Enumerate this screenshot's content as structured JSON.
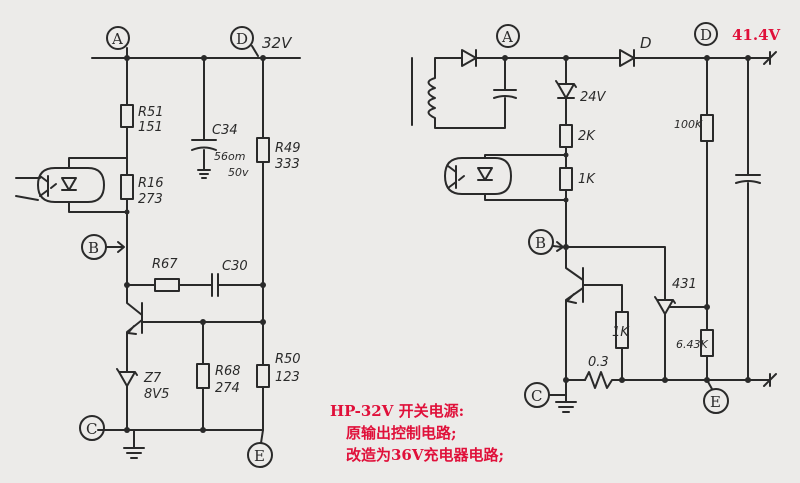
{
  "left": {
    "nodes": {
      "A": "A",
      "D": "D",
      "B": "B",
      "C": "C",
      "E": "E"
    },
    "voltage": "32V",
    "labels": {
      "r51": "R51",
      "r51v": "151",
      "c34": "C34",
      "c34v1": "56om",
      "c34v2": "50v",
      "r49": "R49",
      "r49v": "333",
      "r16": "R16",
      "r16v": "273",
      "r67": "R67",
      "c30": "C30",
      "z7": "Z7",
      "z7v": "8V5",
      "r68": "R68",
      "r68v": "274",
      "r50": "R50",
      "r50v": "123"
    }
  },
  "right": {
    "nodes": {
      "A": "A",
      "D": "D",
      "B": "B",
      "C": "C",
      "E": "E"
    },
    "voltage": "41.4V",
    "labels": {
      "dLabel": "D",
      "z24": "24V",
      "r2k": "2K",
      "r1ka": "1K",
      "r100k": "100K",
      "tl431": "431",
      "r1kb": "1K",
      "r643k": "6.43K",
      "r03": "0.3"
    }
  },
  "caption": {
    "line1": "HP-32V 开关电源:",
    "line2": "原输出控制电路;",
    "line3": "改造为36V充电器电路;"
  }
}
